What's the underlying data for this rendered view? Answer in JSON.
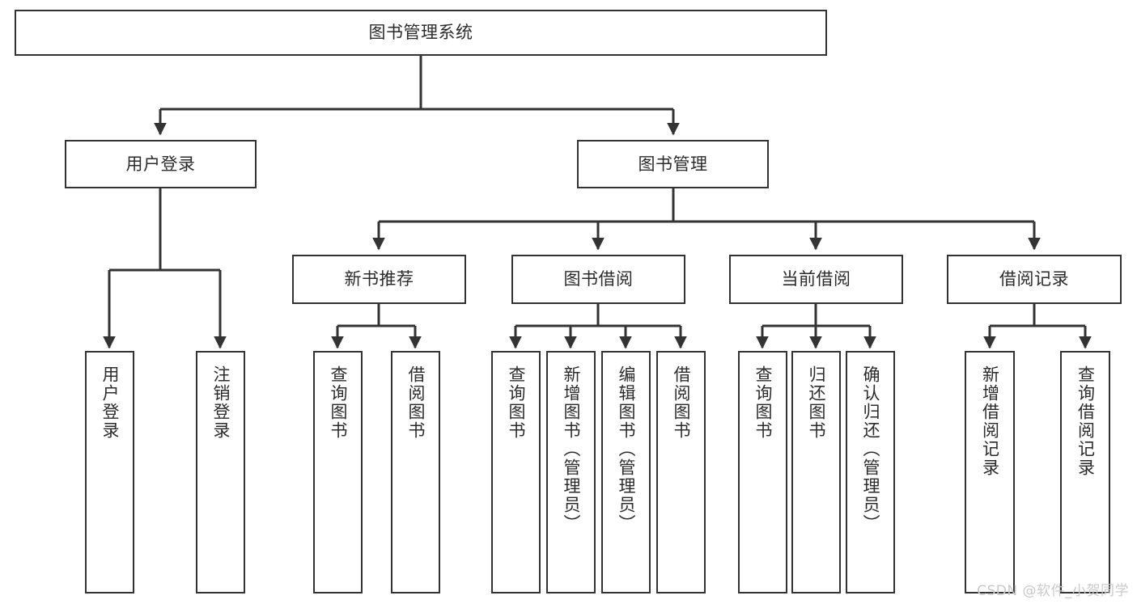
{
  "diagram": {
    "title": "图书管理系统",
    "type": "tree",
    "theme": {
      "box_border": "#333333",
      "box_fill": "#ffffff",
      "edge": "#333333",
      "text": "#2b2b2b",
      "watermark": "#c9c9c9"
    }
  },
  "watermark": {
    "text": "CSDN @软件_小贺同学"
  },
  "nodes": {
    "root": {
      "label": "图书管理系统"
    },
    "level2": [
      {
        "id": "user-login",
        "label": "用户登录"
      },
      {
        "id": "book-manage",
        "label": "图书管理"
      }
    ],
    "level3": [
      {
        "id": "new-book-recommend",
        "label": "新书推荐"
      },
      {
        "id": "book-borrow",
        "label": "图书借阅"
      },
      {
        "id": "current-borrow",
        "label": "当前借阅"
      },
      {
        "id": "borrow-record",
        "label": "借阅记录"
      }
    ],
    "leaves": {
      "user_login": [
        {
          "id": "leaf-user-login",
          "label": "用户登录"
        },
        {
          "id": "leaf-logout-login",
          "label": "注销登录"
        }
      ],
      "new_book_recommend": [
        {
          "id": "leaf-query-book-1",
          "label": "查询图书"
        },
        {
          "id": "leaf-borrow-book-1",
          "label": "借阅图书"
        }
      ],
      "book_borrow": [
        {
          "id": "leaf-query-book-2",
          "label": "查询图书"
        },
        {
          "id": "leaf-add-book",
          "label": "新增图书（管理员）"
        },
        {
          "id": "leaf-edit-book",
          "label": "编辑图书（管理员）"
        },
        {
          "id": "leaf-borrow-book-2",
          "label": "借阅图书"
        }
      ],
      "current_borrow": [
        {
          "id": "leaf-query-book-3",
          "label": "查询图书"
        },
        {
          "id": "leaf-return-book",
          "label": "归还图书"
        },
        {
          "id": "leaf-confirm-return",
          "label": "确认归还（管理员）"
        }
      ],
      "borrow_record": [
        {
          "id": "leaf-add-record",
          "label": "新增借阅记录"
        },
        {
          "id": "leaf-query-record",
          "label": "查询借阅记录"
        }
      ]
    }
  }
}
